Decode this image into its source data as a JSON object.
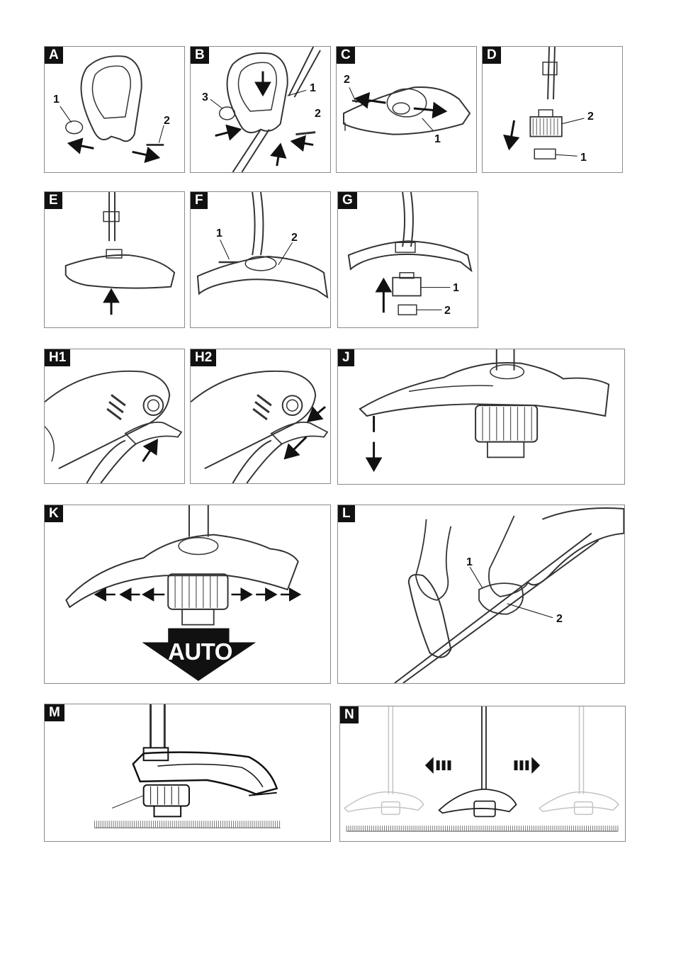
{
  "panels": {
    "A": {
      "label": "A",
      "callouts": [
        "1",
        "2"
      ]
    },
    "B": {
      "label": "B",
      "callouts": [
        "1",
        "2",
        "3"
      ]
    },
    "C": {
      "label": "C",
      "callouts": [
        "1",
        "2"
      ]
    },
    "D": {
      "label": "D",
      "callouts": [
        "1",
        "2"
      ]
    },
    "E": {
      "label": "E"
    },
    "F": {
      "label": "F",
      "callouts": [
        "1",
        "2"
      ]
    },
    "G": {
      "label": "G",
      "callouts": [
        "1",
        "2"
      ]
    },
    "H1": {
      "label": "H1"
    },
    "H2": {
      "label": "H2"
    },
    "J": {
      "label": "J"
    },
    "K": {
      "label": "K",
      "banner": "AUTO"
    },
    "L": {
      "label": "L",
      "callouts": [
        "1",
        "2"
      ]
    },
    "M": {
      "label": "M"
    },
    "N": {
      "label": "N"
    }
  }
}
